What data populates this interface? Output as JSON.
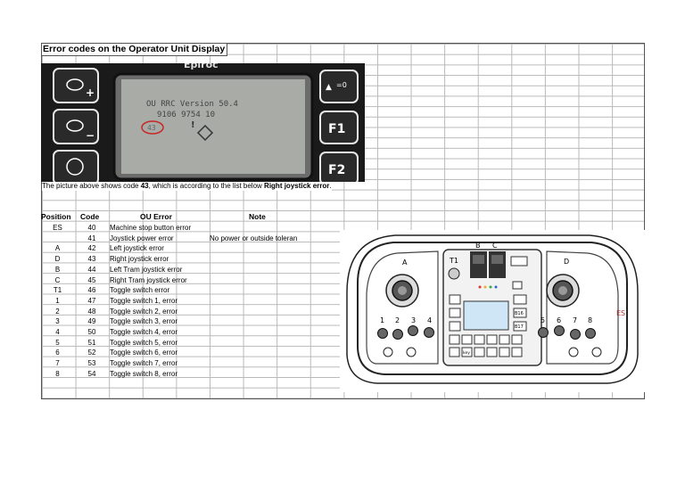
{
  "title": "Error codes on the Operator Unit Display",
  "photo": {
    "brand": "Epiroc",
    "lcd_line1": "OU RRC Version 50.4",
    "lcd_line2": "9106 9754 10",
    "lcd_code": "43",
    "btn_f1": "F1",
    "btn_f2": "F2",
    "lock_label": "=0"
  },
  "caption": {
    "prefix": "The picture above shows code ",
    "code": "43",
    "middle": ", which is according to the list below ",
    "error": "Right joystick error",
    "suffix": "."
  },
  "table": {
    "headers": {
      "position": "Position",
      "code": "Code",
      "error": "OU Error",
      "note": "Note"
    },
    "rows": [
      {
        "position": "ES",
        "code": "40",
        "error": "Machine stop button error",
        "note": ""
      },
      {
        "position": "",
        "code": "41",
        "error": "Joystick power error",
        "note": "No power or outside toleran"
      },
      {
        "position": "A",
        "code": "42",
        "error": "Left joystick error",
        "note": ""
      },
      {
        "position": "D",
        "code": "43",
        "error": "Right joystick error",
        "note": ""
      },
      {
        "position": "B",
        "code": "44",
        "error": "Left Tram joystick error",
        "note": ""
      },
      {
        "position": "C",
        "code": "45",
        "error": "Right Tram joystick error",
        "note": ""
      },
      {
        "position": "T1",
        "code": "46",
        "error": "Toggle switch error",
        "note": ""
      },
      {
        "position": "1",
        "code": "47",
        "error": "Toggle switch 1, error",
        "note": ""
      },
      {
        "position": "2",
        "code": "48",
        "error": "Toggle switch 2, error",
        "note": ""
      },
      {
        "position": "3",
        "code": "49",
        "error": "Toggle switch 3, error",
        "note": ""
      },
      {
        "position": "4",
        "code": "50",
        "error": "Toggle switch 4, error",
        "note": ""
      },
      {
        "position": "5",
        "code": "51",
        "error": "Toggle switch 5, error",
        "note": ""
      },
      {
        "position": "6",
        "code": "52",
        "error": "Toggle switch 6, error",
        "note": ""
      },
      {
        "position": "7",
        "code": "53",
        "error": "Toggle switch 7, error",
        "note": ""
      },
      {
        "position": "8",
        "code": "54",
        "error": "Toggle switch 8, error",
        "note": ""
      }
    ]
  },
  "diagram": {
    "labels": {
      "A": "A",
      "B": "B",
      "C": "C",
      "D": "D",
      "T1": "T1",
      "ES": "ES",
      "n1": "1",
      "n2": "2",
      "n3": "3",
      "n4": "4",
      "n5": "5",
      "n6": "6",
      "n7": "7",
      "n8": "8",
      "b16": "B16",
      "b17": "B17",
      "key": "key"
    }
  }
}
